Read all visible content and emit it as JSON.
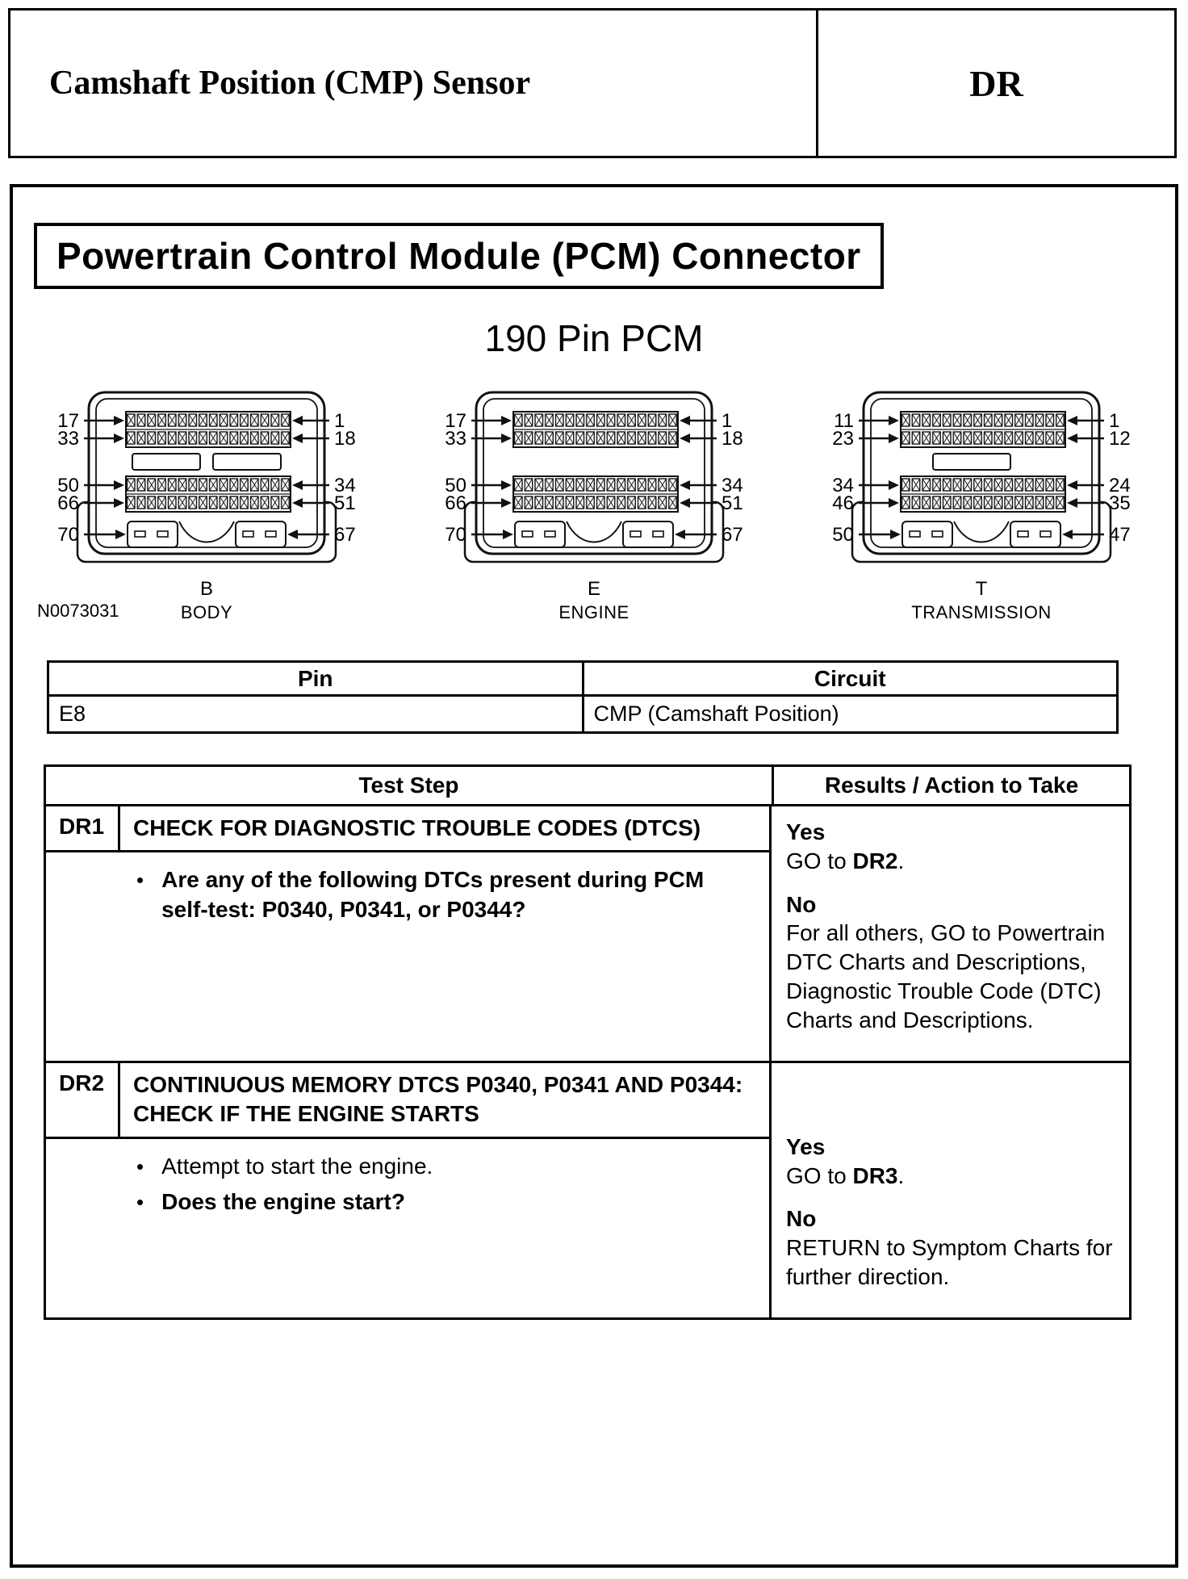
{
  "header": {
    "title": "Camshaft Position (CMP) Sensor",
    "section_code": "DR"
  },
  "diagram": {
    "title": "Powertrain Control Module (PCM) Connector",
    "subtitle": "190 Pin PCM",
    "figure_number": "N0073031",
    "connectors": [
      {
        "letter": "B",
        "name": "BODY",
        "left_pins": [
          "17",
          "33",
          "50",
          "66",
          "70"
        ],
        "right_pins": [
          "1",
          "18",
          "34",
          "51",
          "67"
        ],
        "mid_rects": 2
      },
      {
        "letter": "E",
        "name": "ENGINE",
        "left_pins": [
          "17",
          "33",
          "50",
          "66",
          "70"
        ],
        "right_pins": [
          "1",
          "18",
          "34",
          "51",
          "67"
        ],
        "mid_rects": 0
      },
      {
        "letter": "T",
        "name": "TRANSMISSION",
        "left_pins": [
          "11",
          "23",
          "34",
          "46",
          "50"
        ],
        "right_pins": [
          "1",
          "12",
          "24",
          "35",
          "47"
        ],
        "mid_rects": 1
      }
    ]
  },
  "pin_table": {
    "headers": [
      "Pin",
      "Circuit"
    ],
    "rows": [
      {
        "pin": "E8",
        "circuit": "CMP (Camshaft Position)"
      }
    ]
  },
  "test_table": {
    "headers": [
      "Test Step",
      "Results / Action to Take"
    ],
    "steps": [
      {
        "id": "DR1",
        "title": "CHECK FOR DIAGNOSTIC TROUBLE CODES (DTCS)",
        "bullets": [
          {
            "text": "Are any of the following DTCs present during PCM self-test: P0340, P0341, or P0344?",
            "bold": true
          }
        ],
        "results": [
          {
            "label": "Yes",
            "parts": [
              {
                "text": "GO to ",
                "bold": false
              },
              {
                "text": "DR2",
                "bold": true
              },
              {
                "text": ".",
                "bold": false
              }
            ]
          },
          {
            "label": "No",
            "parts": [
              {
                "text": "For all others, GO to Powertrain DTC Charts and Descriptions, Diagnostic Trouble Code (DTC) Charts and Descriptions.",
                "bold": false
              }
            ]
          }
        ]
      },
      {
        "id": "DR2",
        "title": "CONTINUOUS MEMORY DTCS P0340, P0341 AND P0344: CHECK IF THE ENGINE STARTS",
        "bullets": [
          {
            "text": "Attempt to start the engine.",
            "bold": false
          },
          {
            "text": "Does the engine start?",
            "bold": true
          }
        ],
        "results": [
          {
            "label": "Yes",
            "parts": [
              {
                "text": "GO to ",
                "bold": false
              },
              {
                "text": "DR3",
                "bold": true
              },
              {
                "text": ".",
                "bold": false
              }
            ]
          },
          {
            "label": "No",
            "parts": [
              {
                "text": "RETURN to Symptom Charts for further direction.",
                "bold": false
              }
            ]
          }
        ]
      }
    ]
  }
}
